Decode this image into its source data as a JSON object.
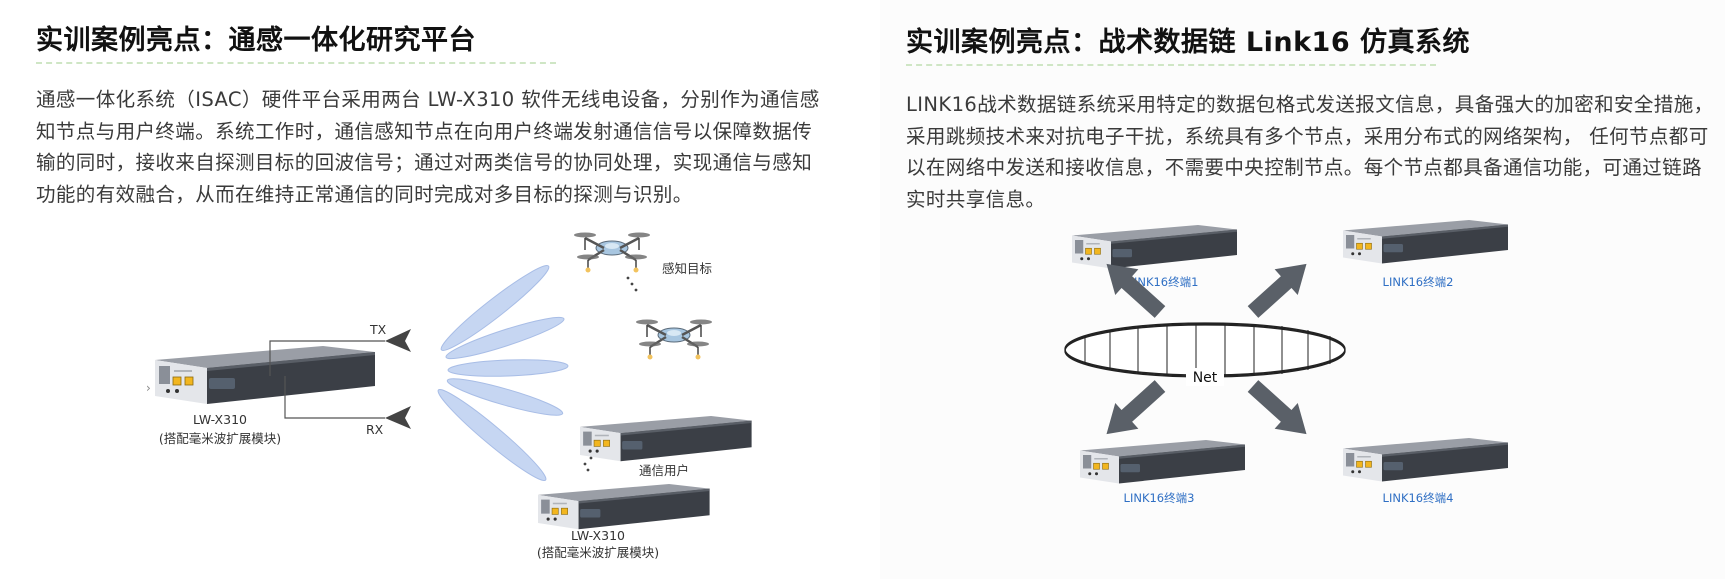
{
  "left": {
    "title": "实训案例亮点：通感一体化研究平台",
    "paragraph": "通感一体化系统（ISAC）硬件平台采用两台 LW-X310 软件无线电设备，分别作为通信感知节点与用户终端。系统工作时，通信感知节点在向用户终端发射通信信号以保障数据传输的同时，接收来自探测目标的回波信号；通过对两类信号的协同处理，实现通信与感知功能的有效融合，从而在维持正常通信的同时完成对多目标的探测与识别。",
    "diagram": {
      "sensing_target_label": "感知目标",
      "tx_label": "TX",
      "rx_label": "RX",
      "node_model": "LW-X310",
      "node_note": "(搭配毫米波扩展模块)",
      "comm_user_label": "通信用户",
      "user_model": "LW-X310",
      "user_note": "(搭配毫米波扩展模块)"
    }
  },
  "right": {
    "title": "实训案例亮点：战术数据链 Link16 仿真系统",
    "paragraph": "LINK16战术数据链系统采用特定的数据包格式发送报文信息，具备强大的加密和安全措施，采用跳频技术来对抗电子干扰，系统具有多个节点，采用分布式的网络架构， 任何节点都可以在网络中发送和接收信息，不需要中央控制节点。每个节点都具备通信功能，可通过链路实时共享信息。",
    "diagram": {
      "net_label": "Net",
      "terminals": [
        "LINK16终端1",
        "LINK16终端2",
        "LINK16终端3",
        "LINK16终端4"
      ]
    }
  },
  "colors": {
    "title_underline": "#cfe6c5",
    "terminal_label": "#2f6fc4",
    "beam_fill": "#c6d6f2"
  }
}
